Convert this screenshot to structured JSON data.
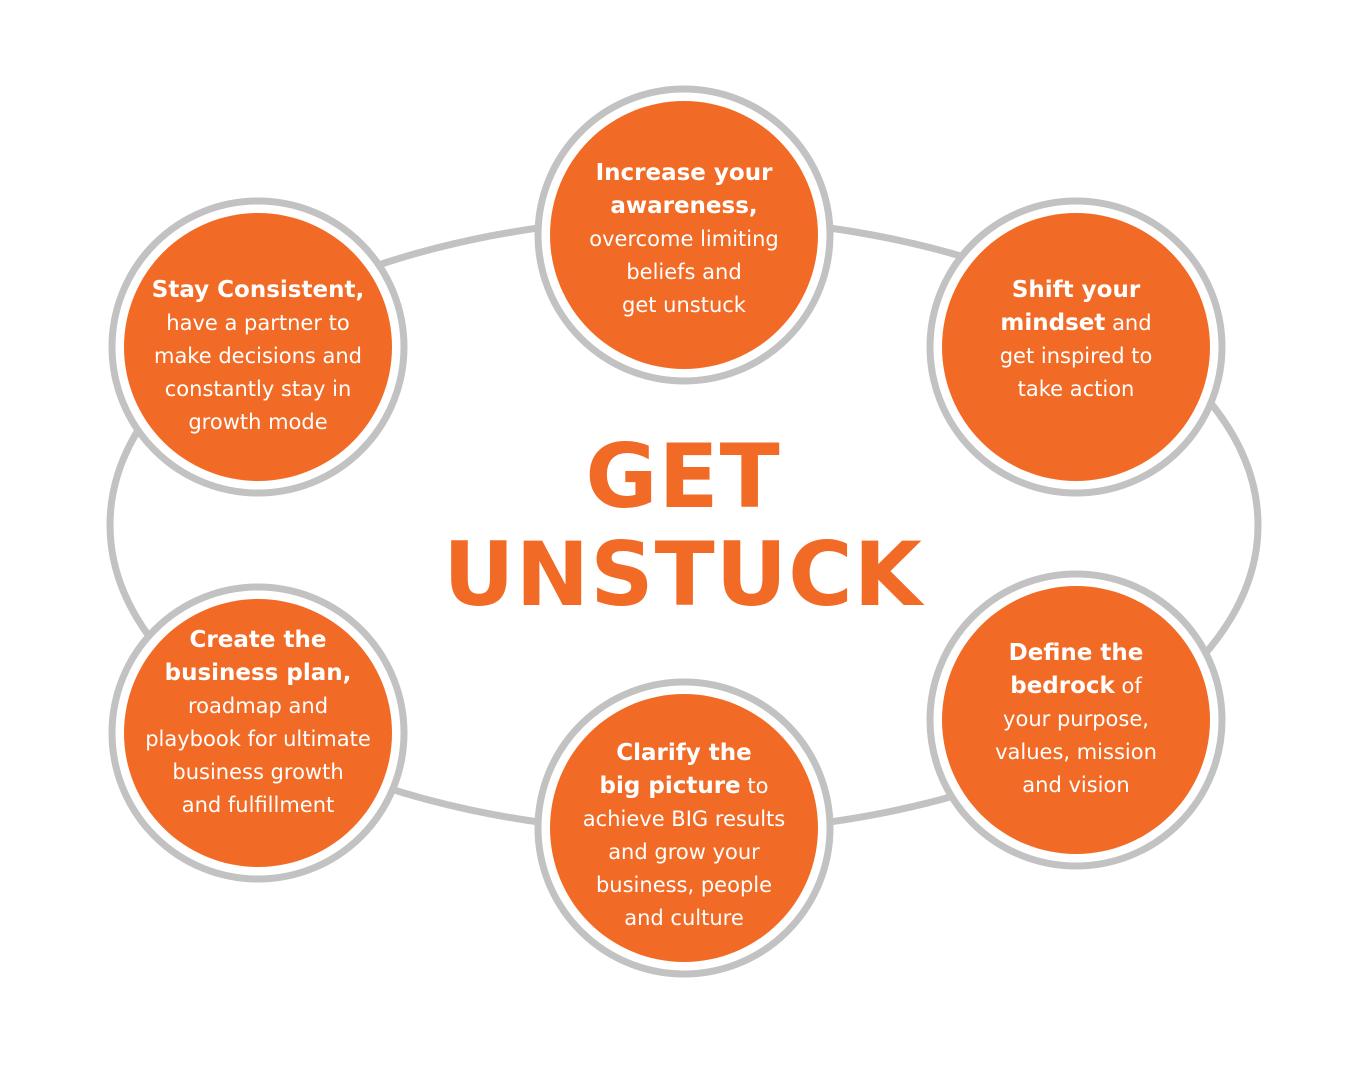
{
  "diagram": {
    "colors": {
      "accent": "#f26b26",
      "ring": "#c2c2c2",
      "node_text": "#ffffff",
      "background": "#ffffff"
    },
    "title": {
      "line1": "GET",
      "line2": "UNSTUCK"
    },
    "nodes": [
      {
        "id": "awareness",
        "lines": [
          [
            {
              "text": "Increase your",
              "bold": true
            }
          ],
          [
            {
              "text": "awareness,",
              "bold": true
            }
          ],
          [
            {
              "text": "overcome limiting",
              "bold": false
            }
          ],
          [
            {
              "text": "beliefs and",
              "bold": false
            }
          ],
          [
            {
              "text": "get unstuck",
              "bold": false
            }
          ]
        ]
      },
      {
        "id": "mindset",
        "lines": [
          [
            {
              "text": "Shift your",
              "bold": true
            }
          ],
          [
            {
              "text": "mindset",
              "bold": true
            },
            {
              "text": " and",
              "bold": false
            }
          ],
          [
            {
              "text": "get inspired to",
              "bold": false
            }
          ],
          [
            {
              "text": "take action",
              "bold": false
            }
          ]
        ]
      },
      {
        "id": "bedrock",
        "lines": [
          [
            {
              "text": "Define the",
              "bold": true
            }
          ],
          [
            {
              "text": "bedrock",
              "bold": true
            },
            {
              "text": " of",
              "bold": false
            }
          ],
          [
            {
              "text": "your purpose,",
              "bold": false
            }
          ],
          [
            {
              "text": "values, mission",
              "bold": false
            }
          ],
          [
            {
              "text": "and vision",
              "bold": false
            }
          ]
        ]
      },
      {
        "id": "big-picture",
        "lines": [
          [
            {
              "text": "Clarify the",
              "bold": true
            }
          ],
          [
            {
              "text": "big picture",
              "bold": true
            },
            {
              "text": " to",
              "bold": false
            }
          ],
          [
            {
              "text": "achieve BIG results",
              "bold": false
            }
          ],
          [
            {
              "text": "and grow your",
              "bold": false
            }
          ],
          [
            {
              "text": "business, people",
              "bold": false
            }
          ],
          [
            {
              "text": "and culture",
              "bold": false
            }
          ]
        ]
      },
      {
        "id": "business-plan",
        "lines": [
          [
            {
              "text": "Create the",
              "bold": true
            }
          ],
          [
            {
              "text": "business plan,",
              "bold": true
            }
          ],
          [
            {
              "text": "roadmap and",
              "bold": false
            }
          ],
          [
            {
              "text": "playbook for ultimate",
              "bold": false
            }
          ],
          [
            {
              "text": "business growth",
              "bold": false
            }
          ],
          [
            {
              "text": "and fulfillment",
              "bold": false
            }
          ]
        ]
      },
      {
        "id": "consistent",
        "lines": [
          [
            {
              "text": "Stay Consistent,",
              "bold": true
            }
          ],
          [
            {
              "text": "have a partner to",
              "bold": false
            }
          ],
          [
            {
              "text": "make decisions and",
              "bold": false
            }
          ],
          [
            {
              "text": "constantly stay in",
              "bold": false
            }
          ],
          [
            {
              "text": "growth mode",
              "bold": false
            }
          ]
        ]
      }
    ]
  }
}
